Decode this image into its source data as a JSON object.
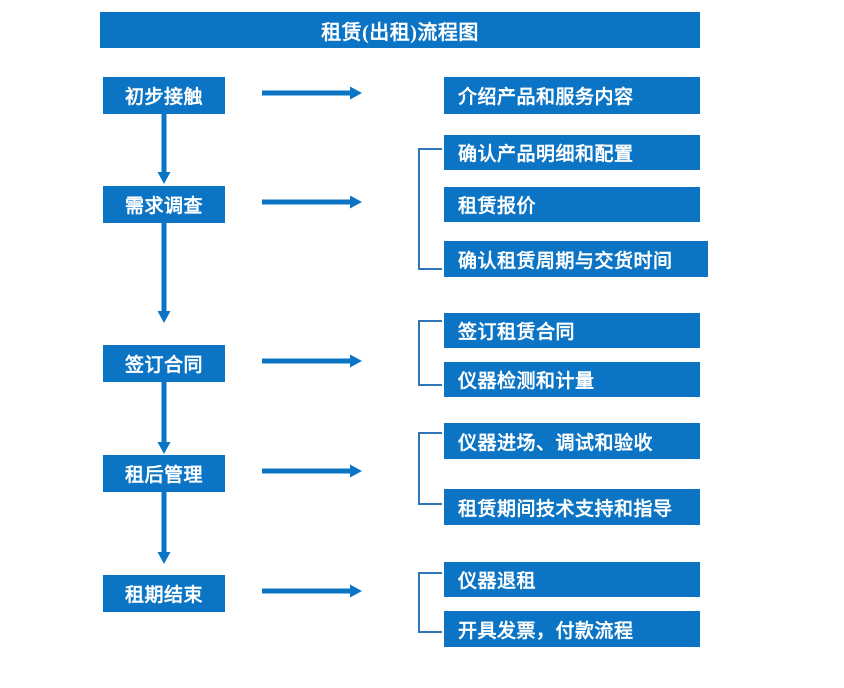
{
  "chart_data": {
    "type": "diagram",
    "title": "租赁(出租)流程图",
    "diagram_kind": "flowchart",
    "orientation": "vertical-with-branches",
    "stages": [
      {
        "label": "初步接触",
        "tasks": [
          "介绍产品和服务内容"
        ]
      },
      {
        "label": "需求调查",
        "tasks": [
          "确认产品明细和配置",
          "租赁报价",
          "确认租赁周期与交货时间"
        ]
      },
      {
        "label": "签订合同",
        "tasks": [
          "签订租赁合同",
          "仪器检测和计量"
        ]
      },
      {
        "label": "租后管理",
        "tasks": [
          "仪器进场、调试和验收",
          "租赁期间技术支持和指导"
        ]
      },
      {
        "label": "租期结束",
        "tasks": [
          "仪器退租",
          "开具发票，付款流程"
        ]
      }
    ]
  },
  "colors": {
    "box_fill": "#0b74c4",
    "box_text": "#ffffff",
    "arrow": "#0b74c4",
    "bracket": "#2e75b6",
    "background": "#ffffff"
  },
  "header": {
    "title": "租赁(出租)流程图"
  },
  "stages": [
    {
      "label": "初步接触"
    },
    {
      "label": "需求调查"
    },
    {
      "label": "签订合同"
    },
    {
      "label": "租后管理"
    },
    {
      "label": "租期结束"
    }
  ],
  "tasks": {
    "s1": [
      "介绍产品和服务内容"
    ],
    "s2": [
      "确认产品明细和配置",
      "租赁报价",
      "确认租赁周期与交货时间"
    ],
    "s3": [
      "签订租赁合同",
      "仪器检测和计量"
    ],
    "s4": [
      "仪器进场、调试和验收",
      "租赁期间技术支持和指导"
    ],
    "s5": [
      "仪器退租",
      "开具发票，付款流程"
    ]
  }
}
